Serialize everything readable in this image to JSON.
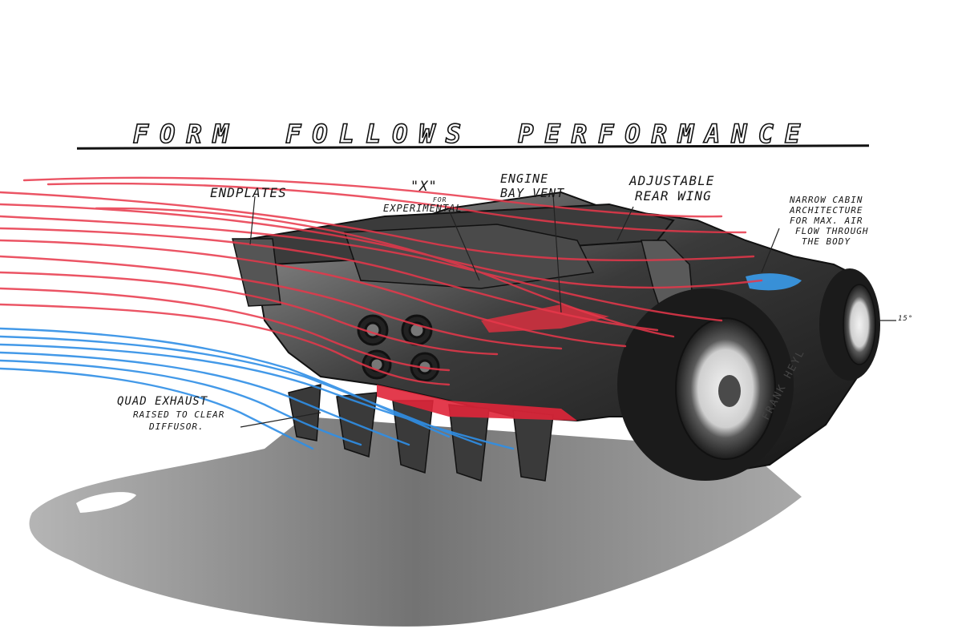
{
  "title": "Form Follows Performance",
  "annotations": {
    "endplates": "Endplates",
    "x_main": "\"X\"",
    "x_for": "for",
    "x_experimental": "Experimental",
    "engine_line1": "Engine",
    "engine_line2": "Bay Vent",
    "wing_line1": "Adjustable",
    "wing_line2": "Rear Wing",
    "cabin_line1": "Narrow Cabin",
    "cabin_line2": "Architecture",
    "cabin_line3": "for max. air",
    "cabin_line4": "flow through",
    "cabin_line5": "the body",
    "exhaust_line1": "Quad Exhaust",
    "exhaust_line2": "raised to clear",
    "exhaust_line3": "diffusor.",
    "angle": "15°"
  },
  "signature": "FRANK HEYL",
  "colors": {
    "airflow_red": "#e8374a",
    "airflow_blue": "#2f8fe6",
    "car_body": "#2c2c2c",
    "shadow": "#6e6e6e",
    "ink": "#111111"
  }
}
